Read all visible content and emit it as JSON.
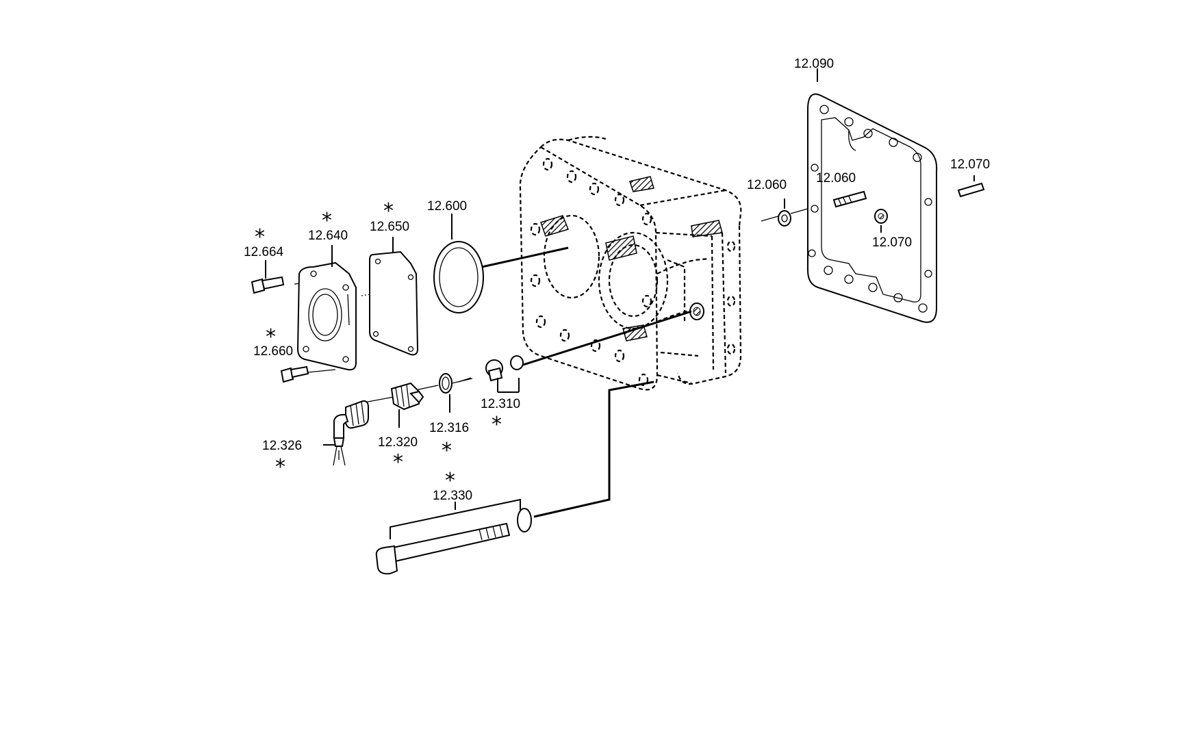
{
  "labels": {
    "l12090": "12.090",
    "l12070a": "12.070",
    "l12060a": "12.060",
    "l12060b": "12.060",
    "l12070b": "12.070",
    "l12600": "12.600",
    "l12650": "12.650",
    "l12640": "12.640",
    "l12664": "12.664",
    "l12660": "12.660",
    "l12310": "12.310",
    "l12316": "12.316",
    "l12320": "12.320",
    "l12326": "12.326",
    "l12330": "12.330"
  },
  "marker": "*"
}
